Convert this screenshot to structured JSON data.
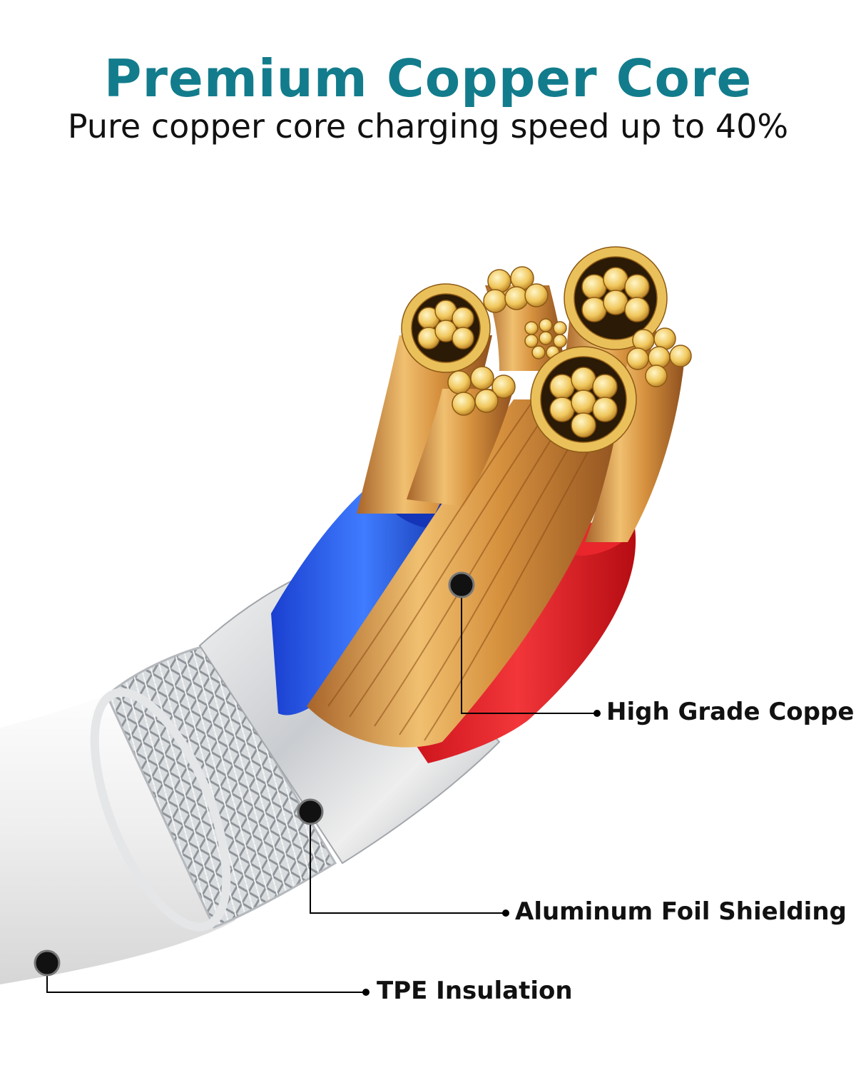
{
  "header": {
    "title": "Premium Copper Core",
    "subtitle": "Pure copper core charging speed up to 40%"
  },
  "callouts": {
    "copper": "High Grade Copper",
    "foil": "Aluminum Foil Shielding",
    "tpe": "TPE Insulation"
  },
  "colors": {
    "title": "#127c8c",
    "copper": "#d99a3c",
    "blue_wire": "#1f4fe0",
    "red_wire": "#e61e24",
    "silver": "#cfd3d6",
    "jacket": "#f2f2f2"
  }
}
